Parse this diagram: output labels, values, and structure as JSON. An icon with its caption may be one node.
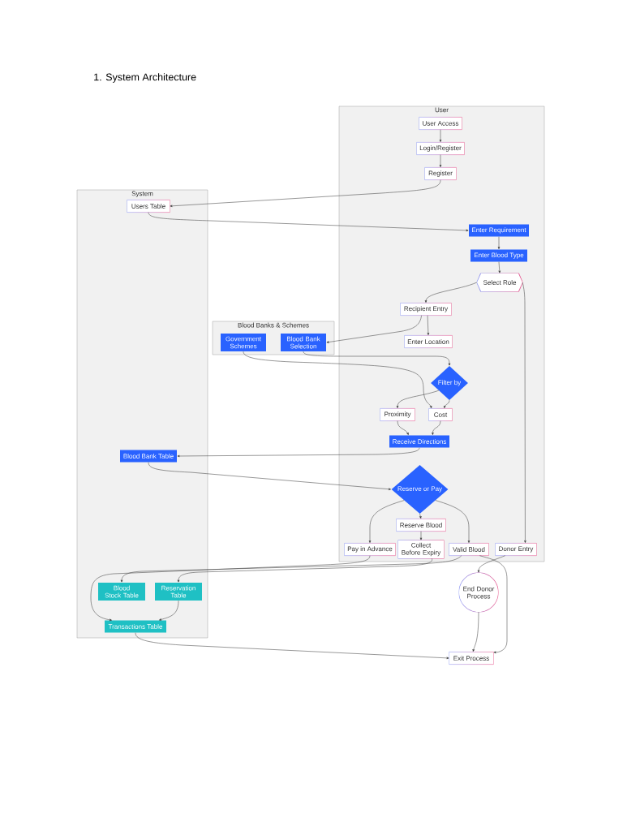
{
  "diagram": {
    "title": "1. System Architecture",
    "nodes": [
      {
        "text": [
          "User"
        ]
      },
      {
        "text": [
          "User Access"
        ],
        "in": 0
      },
      {
        "text": [
          "Login/Register"
        ],
        "in": 0
      },
      {
        "text": [
          "Register"
        ],
        "in": 0
      },
      {
        "text": [
          "System"
        ]
      },
      {
        "text": [
          "Users Table"
        ],
        "in": 4
      },
      {
        "text": [
          "Enter Requirement"
        ],
        "in": 0
      },
      {
        "text": [
          "Enter Blood Type"
        ],
        "in": 0
      },
      {
        "text": [
          "Select Role"
        ],
        "in": 0
      },
      {
        "text": [
          "Recipient Entry"
        ],
        "in": 0
      },
      {
        "text": [
          "Blood Banks & Schemes"
        ]
      },
      {
        "text": [
          "Government Schemes"
        ],
        "in": 10
      },
      {
        "text": [
          "Blood Bank Selection"
        ],
        "in": 10
      },
      {
        "text": [
          "Enter Location"
        ],
        "in": 0
      },
      {
        "text": [
          "Filter by"
        ],
        "in": 0
      },
      {
        "text": [
          "Proximity"
        ],
        "in": 0
      },
      {
        "text": [
          "Cost"
        ],
        "in": 0
      },
      {
        "text": [
          "Receive Directions"
        ],
        "in": 0
      },
      {
        "text": [
          "Blood Bank Table"
        ],
        "in": 4
      },
      {
        "text": [
          "Reserve or Pay"
        ],
        "in": 0
      },
      {
        "text": [
          "Reserve Blood"
        ],
        "in": 0
      },
      {
        "text": [
          "Pay in Advance"
        ],
        "in": 0
      },
      {
        "text": [
          "Collect Before Expiry"
        ],
        "in": 0
      },
      {
        "text": [
          "Valid Blood"
        ],
        "in": 0
      },
      {
        "text": [
          "Donor Entry"
        ],
        "in": 0
      },
      {
        "text": [
          "Blood Stock Table"
        ],
        "in": 4
      },
      {
        "text": [
          "Reservation Table"
        ],
        "in": 4
      },
      {
        "text": [
          "End Donor Process"
        ]
      },
      {
        "text": [
          "Transactions Table"
        ],
        "in": 4
      },
      {
        "text": [
          "Exit Process"
        ]
      }
    ],
    "edges": [
      {
        "from": 1,
        "to": 2,
        "arrow": "to"
      },
      {
        "from": 2,
        "to": 3,
        "arrow": "to"
      },
      {
        "from": 3,
        "to": 5,
        "arrow": "to"
      },
      {
        "from": 5,
        "to": 6,
        "arrow": "to"
      },
      {
        "from": 6,
        "to": 7,
        "arrow": "to"
      },
      {
        "from": 7,
        "to": 8,
        "arrow": "to"
      },
      {
        "from": 8,
        "to": 9,
        "arrow": "to"
      },
      {
        "from": 8,
        "to": 24,
        "arrow": "to"
      },
      {
        "from": 9,
        "to": 12,
        "arrow": "to"
      },
      {
        "from": 9,
        "to": 13,
        "arrow": "to"
      },
      {
        "from": 12,
        "to": 14,
        "arrow": "to"
      },
      {
        "from": 11,
        "to": 16,
        "arrow": "to"
      },
      {
        "from": 14,
        "to": 15,
        "arrow": "to"
      },
      {
        "from": 14,
        "to": 16,
        "arrow": "to"
      },
      {
        "from": 15,
        "to": 17,
        "arrow": "to"
      },
      {
        "from": 16,
        "to": 17,
        "arrow": "to"
      },
      {
        "from": 17,
        "to": 18,
        "arrow": "to"
      },
      {
        "from": 18,
        "to": 19,
        "arrow": "to"
      },
      {
        "from": 19,
        "to": 21,
        "arrow": "to"
      },
      {
        "from": 19,
        "to": 20,
        "arrow": "to"
      },
      {
        "from": 19,
        "to": 23,
        "arrow": "to"
      },
      {
        "from": 20,
        "to": 22,
        "arrow": "to"
      },
      {
        "from": 21,
        "to": 28,
        "arrow": "to"
      },
      {
        "from": 22,
        "to": 26,
        "arrow": "to"
      },
      {
        "from": 23,
        "to": 25,
        "arrow": "to"
      },
      {
        "from": 23,
        "to": 29,
        "arrow": "to"
      },
      {
        "from": 24,
        "to": 27,
        "arrow": "to"
      },
      {
        "from": 26,
        "to": 28,
        "arrow": "to"
      },
      {
        "from": 27,
        "to": 29,
        "arrow": "to"
      },
      {
        "from": 28,
        "to": 29,
        "arrow": "to"
      }
    ]
  }
}
